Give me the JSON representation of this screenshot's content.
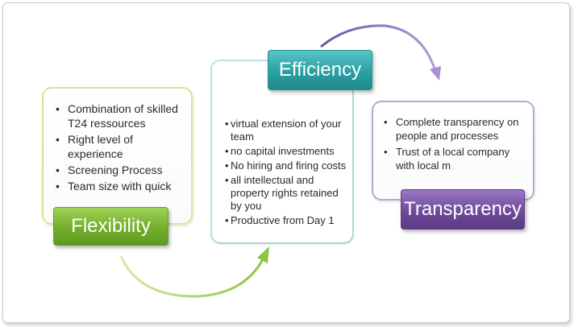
{
  "flexibility": {
    "title": "Flexibility",
    "items": [
      "Combination of skilled T24 ressources",
      "Right level of experience",
      "Screening Process",
      "Team size with quick"
    ]
  },
  "efficiency": {
    "title": "Efficiency",
    "items": [
      "virtual extension of your team",
      "no capital investments",
      "No hiring and firing costs",
      "all intellectual and property rights retained by you",
      "Productive from Day 1"
    ]
  },
  "transparency": {
    "title": "Transparency",
    "items": [
      "Complete transparency on people and processes",
      "Trust of a local company with local m"
    ]
  },
  "colors": {
    "flexibility": "#7cb342",
    "efficiency": "#2a9fa2",
    "transparency": "#6e4a9a"
  }
}
